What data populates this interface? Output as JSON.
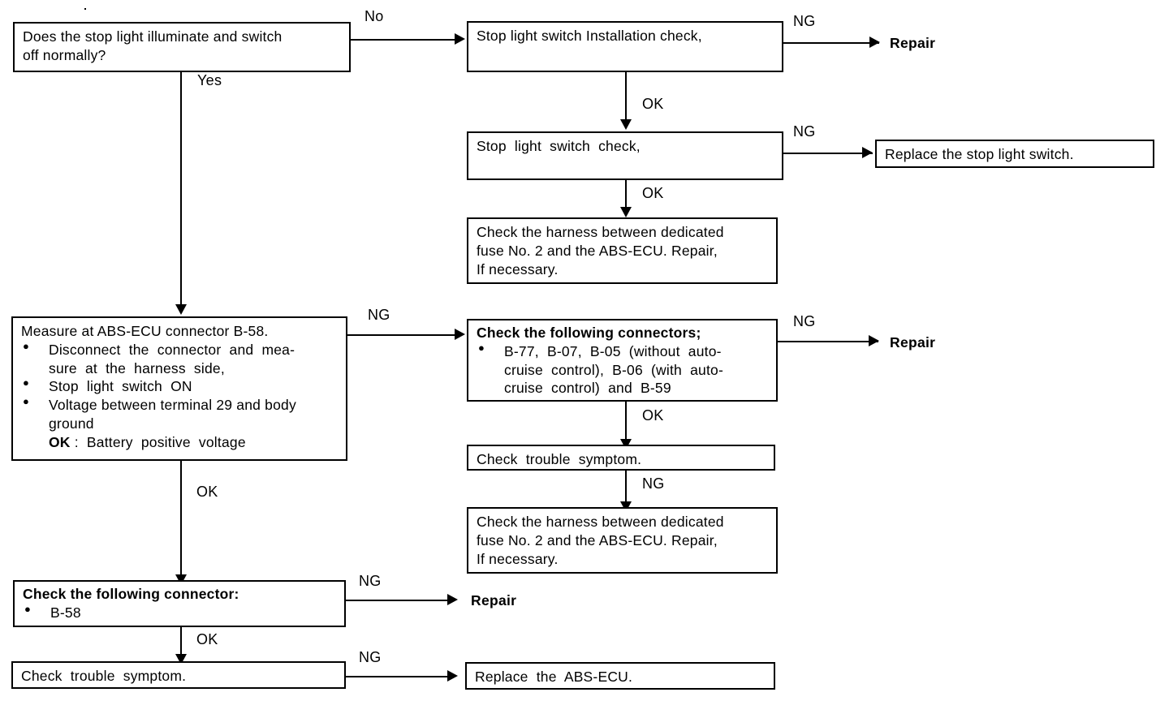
{
  "diagram": {
    "type": "troubleshooting-flowchart",
    "title_visible": false,
    "accent_color": "#000000",
    "background_color": "#ffffff"
  },
  "nodes": {
    "q_stop_light": {
      "title": "Does the stop light illuminate and switch\noff normally?",
      "bold": false
    },
    "stop_light_switch_installation_check": {
      "title": "Stop light switch Installation check,",
      "bold": false
    },
    "stop_light_switch_check": {
      "title": "Stop  light  switch  check,",
      "bold": false
    },
    "harness_check_1": {
      "title": "Check the harness between dedicated\nfuse No. 2 and the ABS-ECU. Repair,\nIf necessary.",
      "bold": false
    },
    "measure_connector_b58": {
      "title": "Measure at ABS-ECU connector B-58.",
      "bullets": [
        "Disconnect  the  connector  and  mea-\nsure  at  the  harness  side,",
        "Stop  light  switch  ON",
        "Voltage between terminal 29 and body\nground"
      ],
      "note_ok_label": "OK",
      "note_ok_value": " :  Battery  positive  voltage"
    },
    "check_following_connectors": {
      "title": "Check the following connectors;",
      "bullets": [
        "B-77,  B-07,  B-05  (without  auto-\ncruise  control),  B-06  (with  auto-\ncruise  control)  and  B-59"
      ]
    },
    "check_trouble_symptom_right": {
      "title": "Check  trouble  symptom.",
      "bold": false
    },
    "harness_check_2": {
      "title": "Check the harness between dedicated\nfuse No. 2 and the ABS-ECU. Repair,\nIf necessary.",
      "bold": false
    },
    "check_following_connector_single": {
      "title": "Check the following connector:",
      "bullets": [
        "B-58"
      ]
    },
    "check_trouble_symptom_left": {
      "title": "Check  trouble  symptom.",
      "bold": false
    },
    "replace_stop_light_switch": {
      "title": "Replace the stop light switch.",
      "bold": false
    },
    "replace_abs_ecu": {
      "title": "Replace  the  ABS-ECU.",
      "bold": false
    }
  },
  "terminals": {
    "repair_top": "Repair",
    "repair_middle": "Repair",
    "repair_bottom": "Repair"
  },
  "edge_labels": {
    "no_top": "No",
    "yes_top": "Yes",
    "ng_1": "NG",
    "ok_1": "OK",
    "ng_2": "NG",
    "ok_2": "OK",
    "ng_3": "NG",
    "ok_3": "OK",
    "ng_4": "NG",
    "ok_4": "OK",
    "ng_5": "NG",
    "ok_5": "OK",
    "ng_6": "NG"
  }
}
